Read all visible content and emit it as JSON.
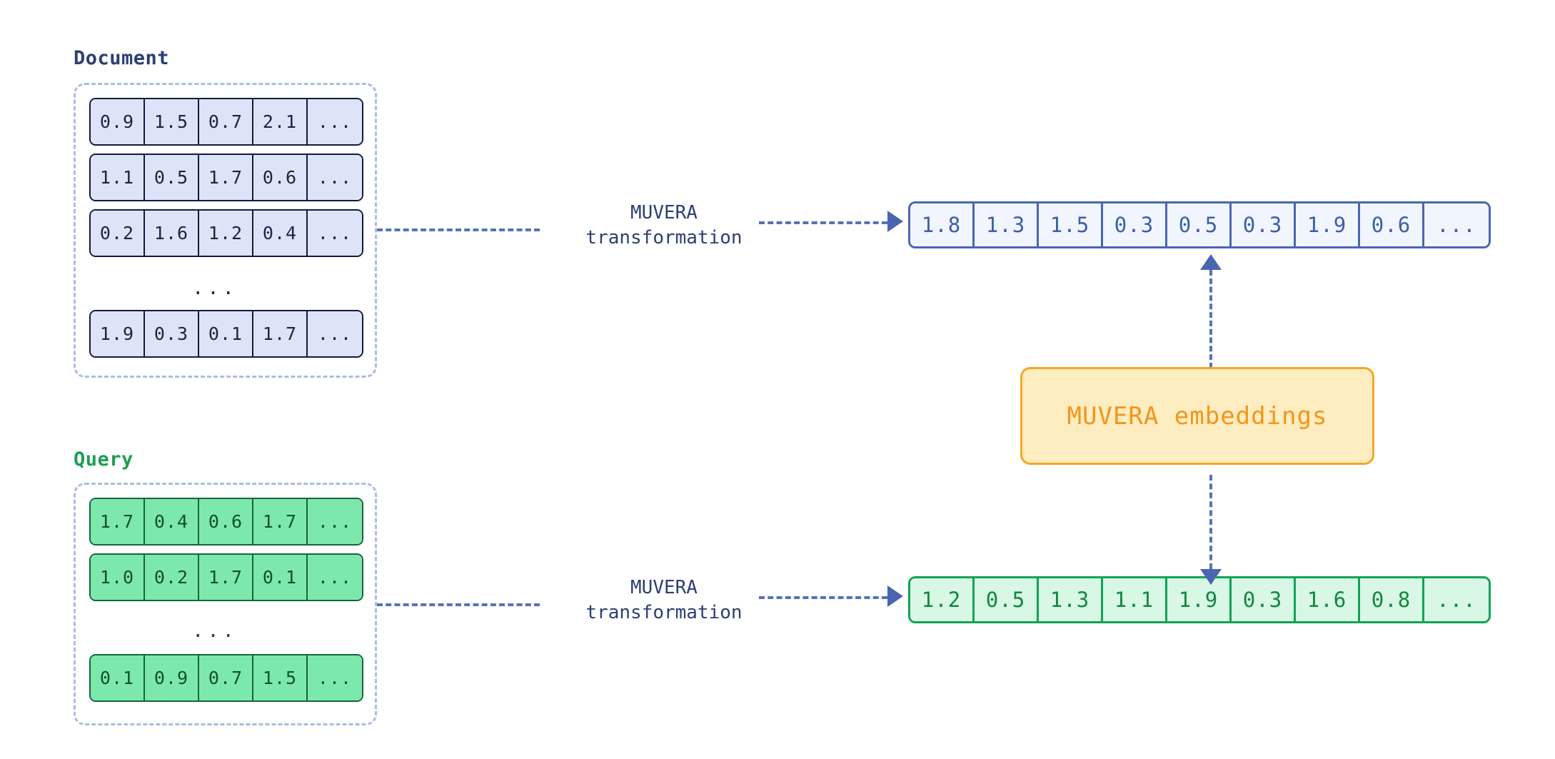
{
  "diagram": {
    "title": "MUVERA transformation",
    "colors": {
      "document_accent": "#1b2446",
      "document_fill": "#dde4f7",
      "query_accent": "#10512d",
      "query_fill": "#7de8ac",
      "output_doc_accent": "#4a66b0",
      "output_doc_fill": "#f1f5fe",
      "output_query_accent": "#11a355",
      "output_query_fill": "#d9f7e5",
      "highlight_border": "#f5a623",
      "highlight_fill": "#fdedc0",
      "highlight_text": "#f5951a",
      "connector": "#5772b8",
      "container_dash": "#aebbe4"
    },
    "ellipsis": "...",
    "document": {
      "label": "Document",
      "rows": [
        [
          "0.9",
          "1.5",
          "0.7",
          "2.1",
          "..."
        ],
        [
          "1.1",
          "0.5",
          "1.7",
          "0.6",
          "..."
        ],
        [
          "0.2",
          "1.6",
          "1.2",
          "0.4",
          "..."
        ],
        [
          "1.9",
          "0.3",
          "0.1",
          "1.7",
          "..."
        ]
      ],
      "row_gap_marker": "..."
    },
    "query": {
      "label": "Query",
      "rows": [
        [
          "1.7",
          "0.4",
          "0.6",
          "1.7",
          "..."
        ],
        [
          "1.0",
          "0.2",
          "1.7",
          "0.1",
          "..."
        ],
        [
          "0.1",
          "0.9",
          "0.7",
          "1.5",
          "..."
        ]
      ],
      "row_gap_marker": "..."
    },
    "transform_top": {
      "line1": "MUVERA",
      "line2": "transformation",
      "text": "MUVERA\ntransformation"
    },
    "transform_bottom": {
      "line1": "MUVERA",
      "line2": "transformation",
      "text": "MUVERA\ntransformation"
    },
    "output_document": {
      "cells": [
        "1.8",
        "1.3",
        "1.5",
        "0.3",
        "0.5",
        "0.3",
        "1.9",
        "0.6",
        "..."
      ]
    },
    "output_query": {
      "cells": [
        "1.2",
        "0.5",
        "1.3",
        "1.1",
        "1.9",
        "0.3",
        "1.6",
        "0.8",
        "..."
      ]
    },
    "highlight": {
      "label": "MUVERA embeddings"
    }
  }
}
